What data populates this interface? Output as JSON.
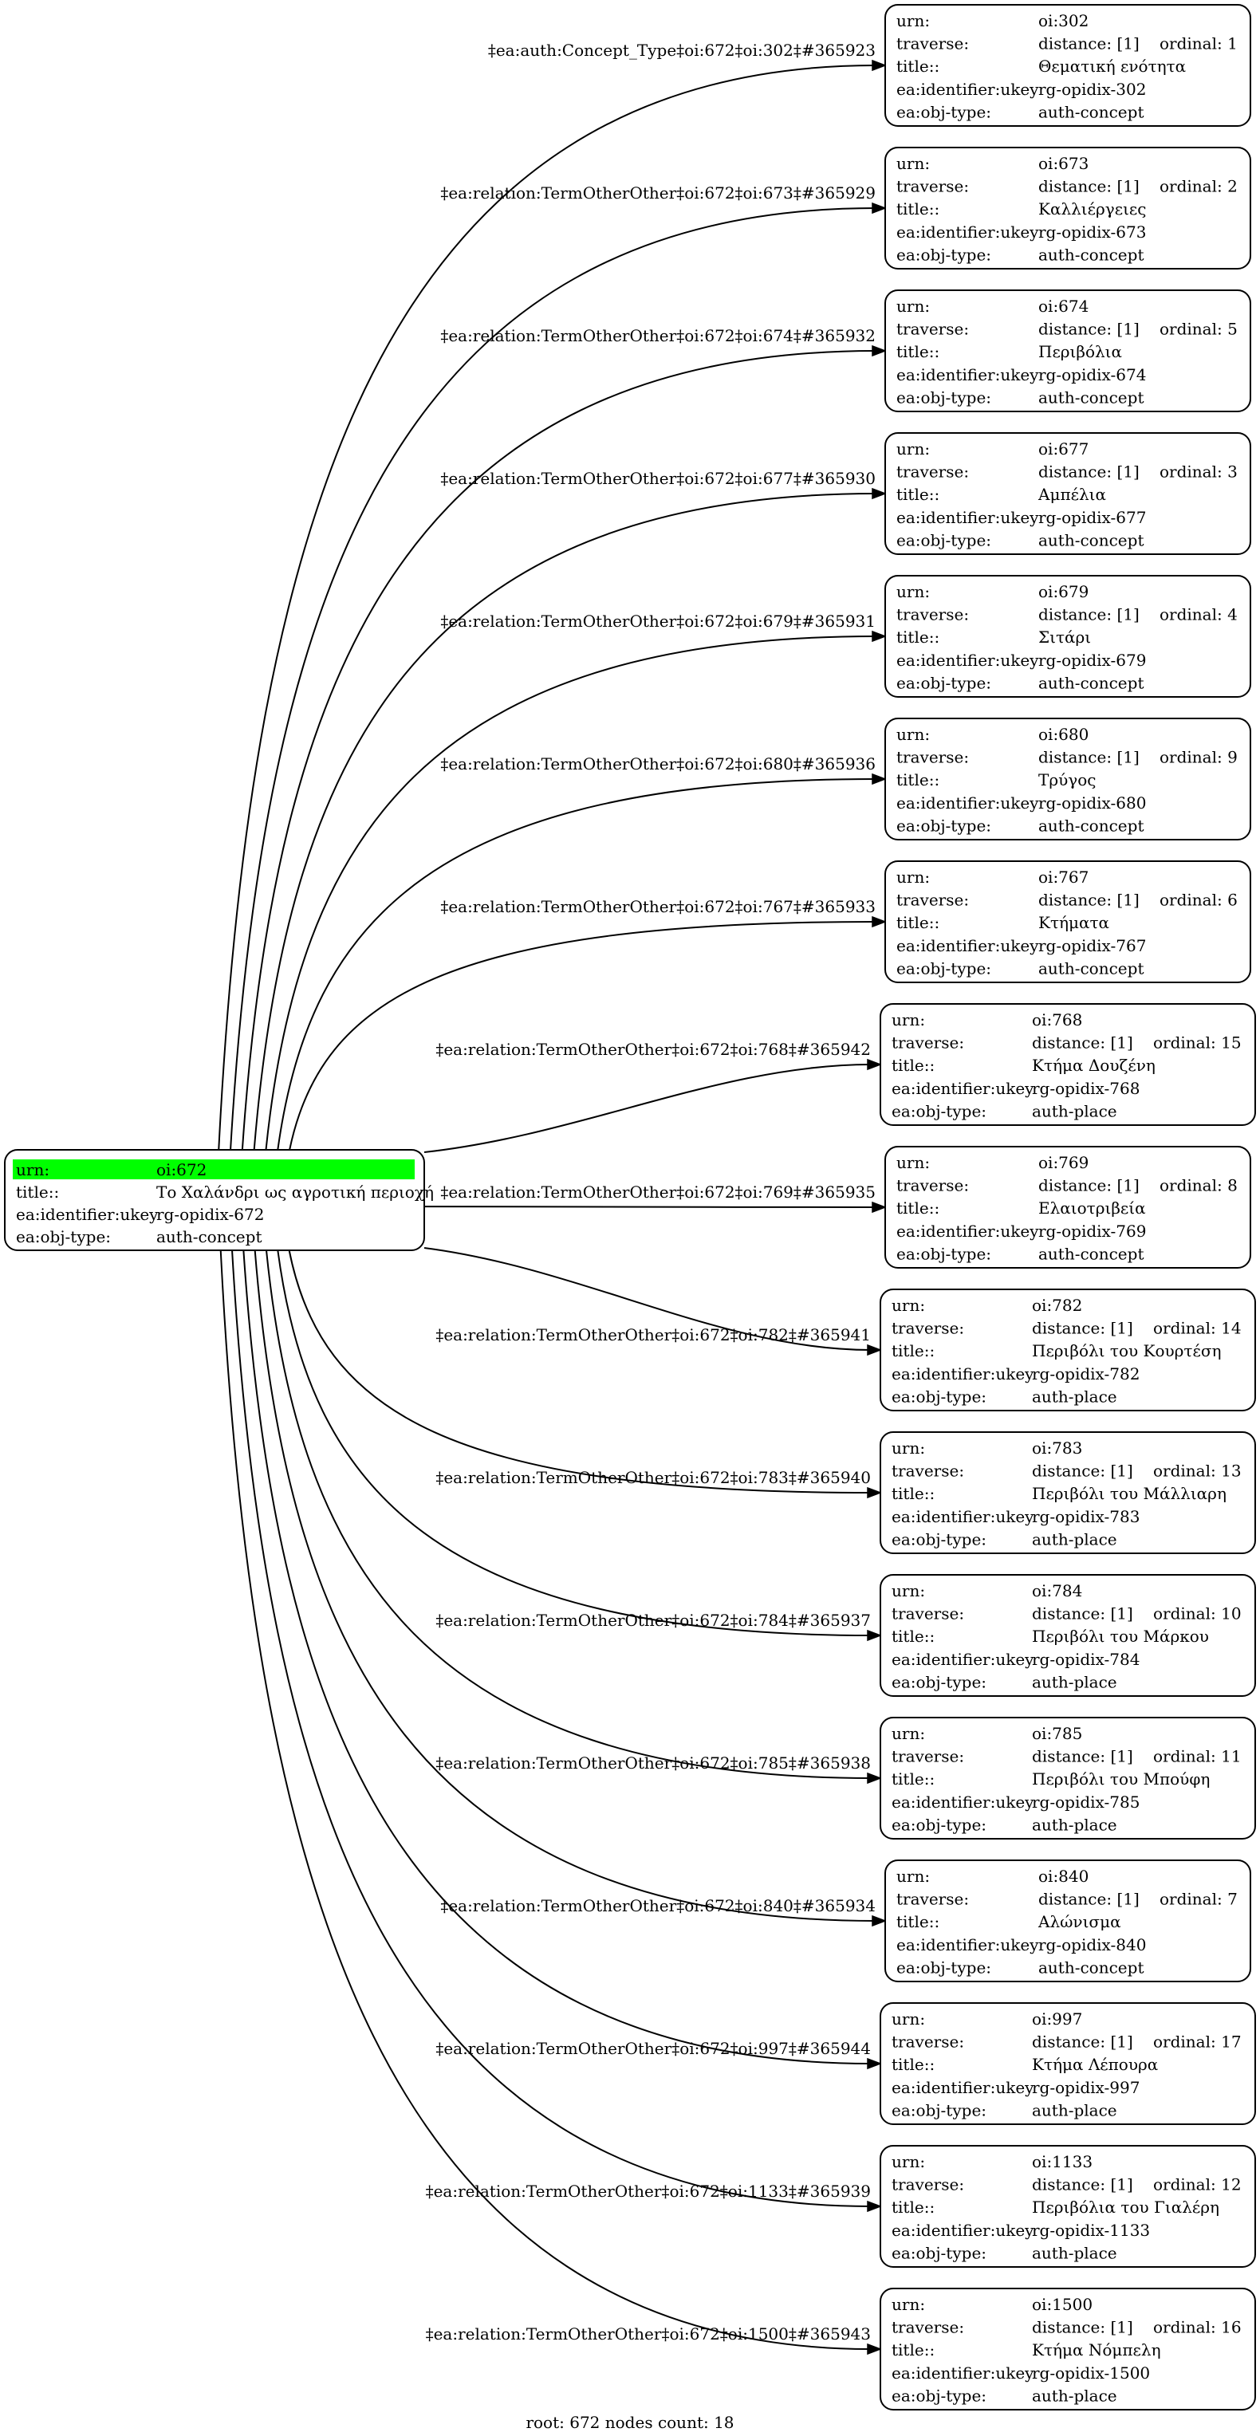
{
  "graph_type": "directed relation graph",
  "colors": {
    "root_highlight": "#00ff00",
    "stroke": "#000000",
    "background": "#ffffff"
  },
  "root": {
    "urn_label": "urn:",
    "urn": "oi:672",
    "title_label": "title::",
    "title": "Το Χαλάνδρι ως αγροτική περιοχή",
    "ukey_label": "ea:identifier:ukey",
    "ukey": "rg-opidix-672",
    "objtype_label": "ea:obj-type:",
    "objtype": "auth-concept"
  },
  "row_labels": {
    "urn": "urn:",
    "traverse": "traverse:",
    "title": "title::",
    "ukey": "ea:identifier:ukey",
    "objtype": "ea:obj-type:"
  },
  "nodes": [
    {
      "urn": "oi:302",
      "distance": "distance: [1]",
      "ordinal": "ordinal: 1",
      "title": "Θεματική ενότητα",
      "ukey": "rg-opidix-302",
      "objtype": "auth-concept",
      "edge": "‡ea:auth:Concept_Type‡oi:672‡oi:302‡#365923"
    },
    {
      "urn": "oi:673",
      "distance": "distance: [1]",
      "ordinal": "ordinal: 2",
      "title": "Καλλιέργειες",
      "ukey": "rg-opidix-673",
      "objtype": "auth-concept",
      "edge": "‡ea:relation:TermOtherOther‡oi:672‡oi:673‡#365929"
    },
    {
      "urn": "oi:674",
      "distance": "distance: [1]",
      "ordinal": "ordinal: 5",
      "title": "Περιβόλια",
      "ukey": "rg-opidix-674",
      "objtype": "auth-concept",
      "edge": "‡ea:relation:TermOtherOther‡oi:672‡oi:674‡#365932"
    },
    {
      "urn": "oi:677",
      "distance": "distance: [1]",
      "ordinal": "ordinal: 3",
      "title": "Αμπέλια",
      "ukey": "rg-opidix-677",
      "objtype": "auth-concept",
      "edge": "‡ea:relation:TermOtherOther‡oi:672‡oi:677‡#365930"
    },
    {
      "urn": "oi:679",
      "distance": "distance: [1]",
      "ordinal": "ordinal: 4",
      "title": "Σιτάρι",
      "ukey": "rg-opidix-679",
      "objtype": "auth-concept",
      "edge": "‡ea:relation:TermOtherOther‡oi:672‡oi:679‡#365931"
    },
    {
      "urn": "oi:680",
      "distance": "distance: [1]",
      "ordinal": "ordinal: 9",
      "title": "Τρύγος",
      "ukey": "rg-opidix-680",
      "objtype": "auth-concept",
      "edge": "‡ea:relation:TermOtherOther‡oi:672‡oi:680‡#365936"
    },
    {
      "urn": "oi:767",
      "distance": "distance: [1]",
      "ordinal": "ordinal: 6",
      "title": "Κτήματα",
      "ukey": "rg-opidix-767",
      "objtype": "auth-concept",
      "edge": "‡ea:relation:TermOtherOther‡oi:672‡oi:767‡#365933"
    },
    {
      "urn": "oi:768",
      "distance": "distance: [1]",
      "ordinal": "ordinal: 15",
      "title": "Κτήμα Δουζένη",
      "ukey": "rg-opidix-768",
      "objtype": "auth-place",
      "edge": "‡ea:relation:TermOtherOther‡oi:672‡oi:768‡#365942"
    },
    {
      "urn": "oi:769",
      "distance": "distance: [1]",
      "ordinal": "ordinal: 8",
      "title": "Ελαιοτριβεία",
      "ukey": "rg-opidix-769",
      "objtype": "auth-concept",
      "edge": "‡ea:relation:TermOtherOther‡oi:672‡oi:769‡#365935"
    },
    {
      "urn": "oi:782",
      "distance": "distance: [1]",
      "ordinal": "ordinal: 14",
      "title": "Περιβόλι του Κουρτέση",
      "ukey": "rg-opidix-782",
      "objtype": "auth-place",
      "edge": "‡ea:relation:TermOtherOther‡oi:672‡oi:782‡#365941"
    },
    {
      "urn": "oi:783",
      "distance": "distance: [1]",
      "ordinal": "ordinal: 13",
      "title": "Περιβόλι του Μάλλιαρη",
      "ukey": "rg-opidix-783",
      "objtype": "auth-place",
      "edge": "‡ea:relation:TermOtherOther‡oi:672‡oi:783‡#365940"
    },
    {
      "urn": "oi:784",
      "distance": "distance: [1]",
      "ordinal": "ordinal: 10",
      "title": "Περιβόλι του Μάρκου",
      "ukey": "rg-opidix-784",
      "objtype": "auth-place",
      "edge": "‡ea:relation:TermOtherOther‡oi:672‡oi:784‡#365937"
    },
    {
      "urn": "oi:785",
      "distance": "distance: [1]",
      "ordinal": "ordinal: 11",
      "title": "Περιβόλι του Μπούφη",
      "ukey": "rg-opidix-785",
      "objtype": "auth-place",
      "edge": "‡ea:relation:TermOtherOther‡oi:672‡oi:785‡#365938"
    },
    {
      "urn": "oi:840",
      "distance": "distance: [1]",
      "ordinal": "ordinal: 7",
      "title": "Αλώνισμα",
      "ukey": "rg-opidix-840",
      "objtype": "auth-concept",
      "edge": "‡ea:relation:TermOtherOther‡oi:672‡oi:840‡#365934"
    },
    {
      "urn": "oi:997",
      "distance": "distance: [1]",
      "ordinal": "ordinal: 17",
      "title": "Κτήμα Λέπουρα",
      "ukey": "rg-opidix-997",
      "objtype": "auth-place",
      "edge": "‡ea:relation:TermOtherOther‡oi:672‡oi:997‡#365944"
    },
    {
      "urn": "oi:1133",
      "distance": "distance: [1]",
      "ordinal": "ordinal: 12",
      "title": "Περιβόλια του Γιαλέρη",
      "ukey": "rg-opidix-1133",
      "objtype": "auth-place",
      "edge": "‡ea:relation:TermOtherOther‡oi:672‡oi:1133‡#365939"
    },
    {
      "urn": "oi:1500",
      "distance": "distance: [1]",
      "ordinal": "ordinal: 16",
      "title": "Κτήμα Νόμπελη",
      "ukey": "rg-opidix-1500",
      "objtype": "auth-place",
      "edge": "‡ea:relation:TermOtherOther‡oi:672‡oi:1500‡#365943"
    }
  ],
  "footer": "root: 672 nodes count: 18"
}
